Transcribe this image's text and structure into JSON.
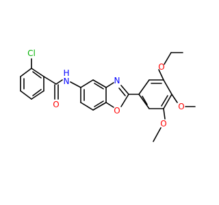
{
  "molecule": {
    "colors": {
      "bond": "#000000",
      "carbon": "#000000",
      "nitrogen": "#0000ff",
      "oxygen": "#ff0000",
      "chlorine": "#00b000"
    },
    "labels": {
      "chlorine": "Cl",
      "oxygen_amide": "O",
      "amide_n": "N",
      "amide_h": "H",
      "oxazole_n": "N",
      "oxazole_o": "O",
      "methoxy_o_1": "O",
      "methoxy_o_2": "O",
      "methoxy_o_3": "O"
    }
  }
}
